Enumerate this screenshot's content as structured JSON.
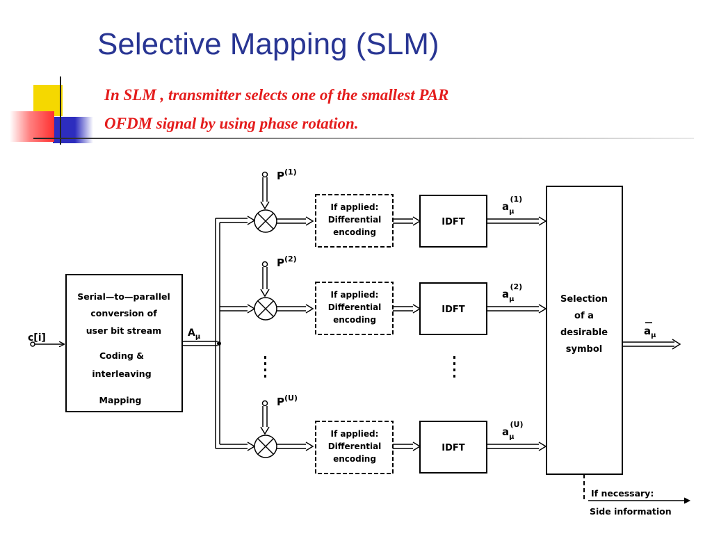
{
  "slide": {
    "title": "Selective Mapping (SLM)",
    "subtitle_line1": "In SLM , transmitter selects one of the smallest PAR",
    "subtitle_line2": "OFDM signal by using phase rotation."
  },
  "colors": {
    "title": "#283593",
    "subtitle": "#e41c1c",
    "deco_yellow": "#f5d800",
    "deco_blue": "#2d2dbe",
    "deco_red": "#ff4040"
  },
  "diagram": {
    "input_label": "c[i]",
    "s2p_block": {
      "line1": "Serial—to—parallel",
      "line2": "conversion of",
      "line3": "user bit stream",
      "line4": "Coding  &",
      "line5": "interleaving",
      "line6": "Mapping"
    },
    "a_label": "A",
    "a_sub": "μ",
    "branch1": {
      "phase_base": "P",
      "phase_sup": "(1)",
      "enc_line1": "If  applied:",
      "enc_line2": "Differential",
      "enc_line3": "encoding",
      "idft_label": "IDFT",
      "out_base": "a",
      "out_sub": "μ",
      "out_sup": "(1)"
    },
    "branch2": {
      "phase_base": "P",
      "phase_sup": "(2)",
      "enc_line1": "If  applied:",
      "enc_line2": "Differential",
      "enc_line3": "encoding",
      "idft_label": "IDFT",
      "out_base": "a",
      "out_sub": "μ",
      "out_sup": "(2)"
    },
    "branch3": {
      "phase_base": "P",
      "phase_sup": "(U)",
      "enc_line1": "If  applied:",
      "enc_line2": "Differential",
      "enc_line3": "encoding",
      "idft_label": "IDFT",
      "out_base": "a",
      "out_sub": "μ",
      "out_sup": "(U)"
    },
    "selection_block": {
      "line1": "Selection",
      "line2": "of  a",
      "line3": "desirable",
      "line4": "symbol"
    },
    "output_base": "a",
    "output_sub": "μ",
    "side_info_line1": "If  necessary:",
    "side_info_line2": "Side  information"
  }
}
